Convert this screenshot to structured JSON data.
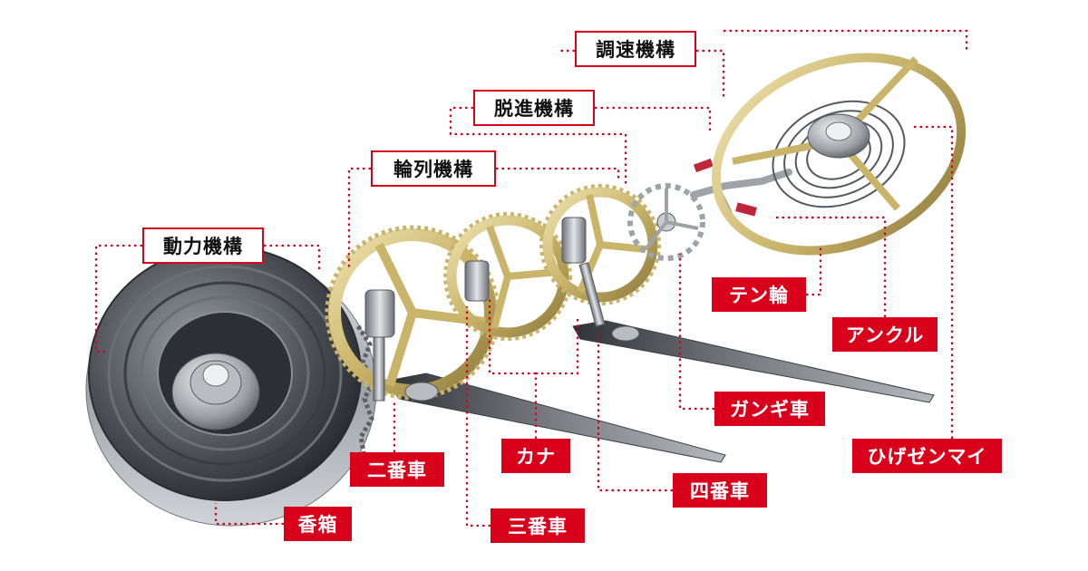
{
  "mechanisms": {
    "power": "動力機構",
    "gear_train": "輪列機構",
    "escapement": "脱進機構",
    "regulator": "調速機構"
  },
  "parts": {
    "barrel": "香箱",
    "second_wheel": "二番車",
    "pinion": "カナ",
    "third_wheel": "三番車",
    "fourth_wheel": "四番車",
    "escape_wheel": "ガンギ車",
    "balance_wheel": "テン輪",
    "pallet_fork": "アンクル",
    "hairspring": "ひげゼンマイ"
  },
  "colors": {
    "accent_red": "#d9001b",
    "gold": "#c9b46a",
    "steel": "#8a8d92",
    "background": "#ffffff"
  }
}
